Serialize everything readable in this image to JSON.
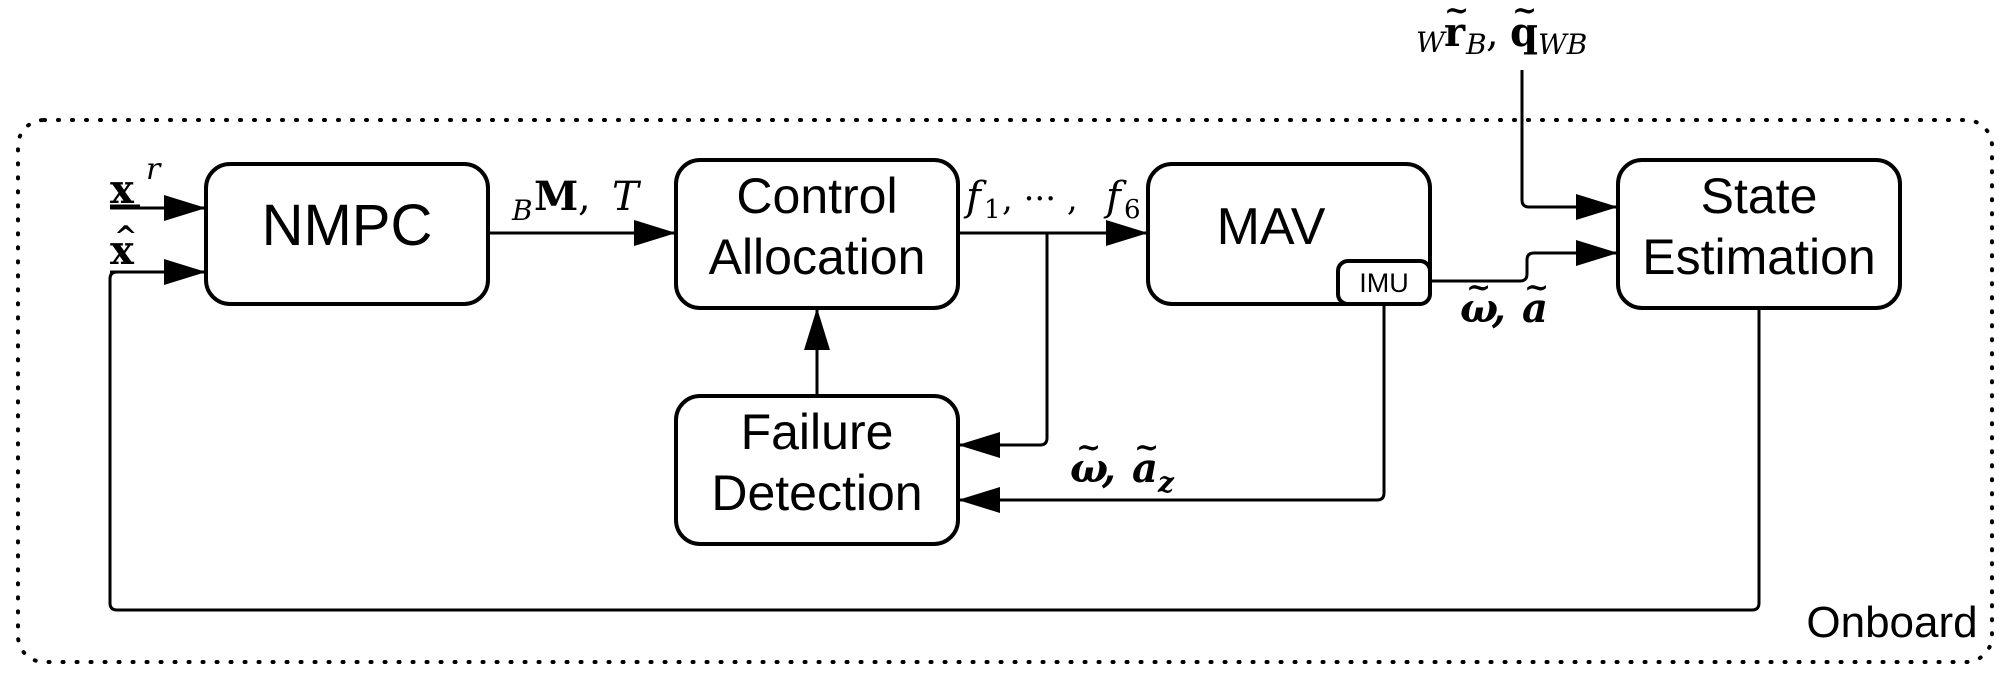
{
  "frame": {
    "label": "Onboard"
  },
  "blocks": {
    "nmpc": {
      "label": "NMPC"
    },
    "control_allocation": {
      "line1": "Control",
      "line2": "Allocation"
    },
    "mav": {
      "label": "MAV"
    },
    "imu": {
      "label": "IMU"
    },
    "state_estimation": {
      "line1": "State",
      "line2": "Estimation"
    },
    "failure_detection": {
      "line1": "Failure",
      "line2": "Detection"
    }
  },
  "signals": {
    "reference_state": {
      "symbol": "x",
      "superscript": "r"
    },
    "estimated_state": {
      "symbol": "x",
      "accent": "^"
    },
    "moment_thrust": {
      "subscript_pre": "B",
      "symbol": "M",
      "sep": ", ",
      "second": "T"
    },
    "rotor_forces": {
      "first": "f",
      "first_sub": "1",
      "middle": ", ··· ,",
      "last": "f",
      "last_sub": "6"
    },
    "external_pose": {
      "pre_sub": "W",
      "r": "r",
      "r_accent": "~",
      "r_sub": "B",
      "sep": ", ",
      "q": "q",
      "q_accent": "~",
      "q_sub": "WB"
    },
    "imu_to_estimation": {
      "omega": "ω",
      "omega_accent": "~",
      "sep": ", ",
      "a": "a",
      "a_accent": "~"
    },
    "imu_to_failure": {
      "omega": "ω",
      "omega_accent": "~",
      "sep": ", ",
      "a": "a",
      "a_accent": "~",
      "a_sub": "z"
    }
  }
}
